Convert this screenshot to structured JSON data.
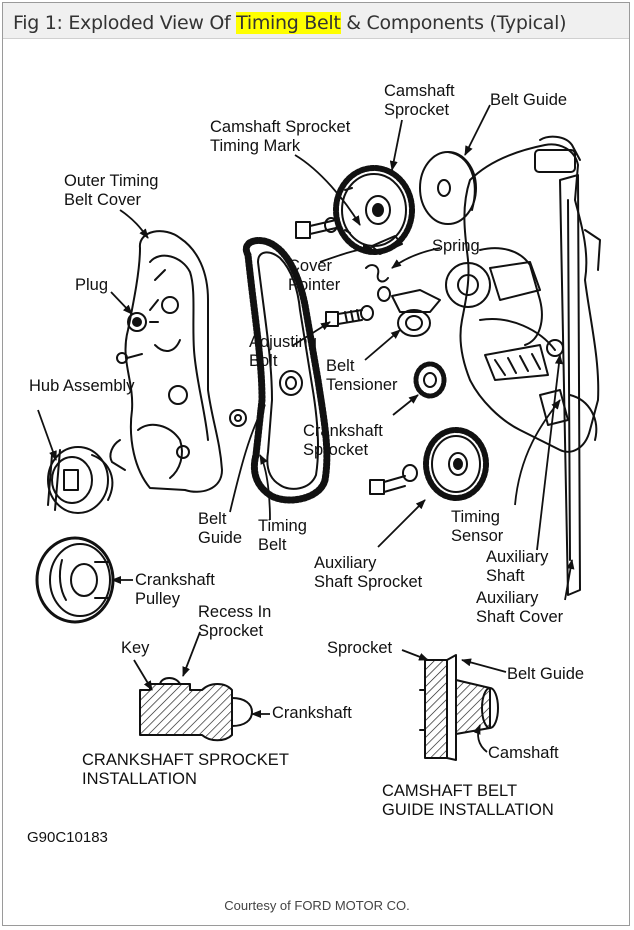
{
  "figure": {
    "title_prefix": "Fig 1: Exploded View Of ",
    "title_highlight": "Timing Belt",
    "title_suffix": " & Components (Typical)",
    "code": "G90C10183",
    "courtesy": "Courtesy of FORD MOTOR CO."
  },
  "labels": {
    "camshaft_sprocket": "Camshaft\nSprocket",
    "belt_guide_top": "Belt Guide",
    "camshaft_sprocket_timing_mark": "Camshaft Sprocket\nTiming Mark",
    "outer_timing_belt_cover": "Outer Timing\nBelt Cover",
    "spring": "Spring",
    "cover_pointer": "Cover\nPointer",
    "plug": "Plug",
    "adjusting_bolt": "Adjusting\nBolt",
    "belt_tensioner": "Belt\nTensioner",
    "hub_assembly": "Hub Assembly",
    "crankshaft_sprocket": "Crankshaft\nSprocket",
    "belt_guide_lower": "Belt\nGuide",
    "timing_belt": "Timing\nBelt",
    "timing_sensor": "Timing\nSensor",
    "auxiliary_shaft": "Auxiliary\nShaft",
    "auxiliary_shaft_sprocket": "Auxiliary\nShaft Sprocket",
    "auxiliary_shaft_cover": "Auxiliary\nShaft Cover",
    "crankshaft_pulley": "Crankshaft\nPulley",
    "recess_in_sprocket": "Recess In\nSprocket",
    "key": "Key",
    "crankshaft": "Crankshaft",
    "sprocket": "Sprocket",
    "belt_guide_detail": "Belt Guide",
    "camshaft": "Camshaft",
    "crankshaft_sprocket_installation": "CRANKSHAFT SPROCKET\nINSTALLATION",
    "camshaft_belt_guide_installation": "CAMSHAFT BELT\nGUIDE INSTALLATION"
  }
}
